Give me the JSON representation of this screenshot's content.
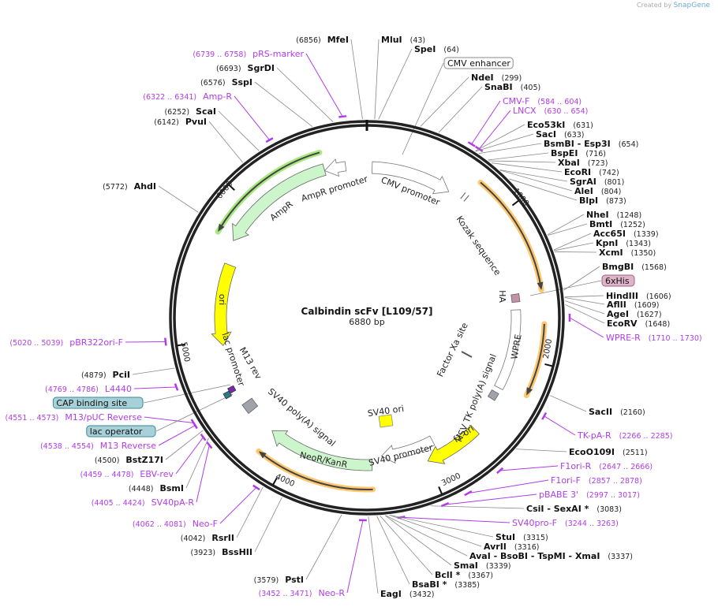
{
  "header": {
    "created_by": "Created by",
    "brand": "SnapGene"
  },
  "plasmid": {
    "name": "Calbindin scFv [L109/57]",
    "length": "6880 bp"
  },
  "ticks": [
    "1000",
    "2000",
    "3000",
    "4000",
    "5000",
    "6000"
  ],
  "labels": [
    {
      "kind": "enzyme",
      "name": "MluI",
      "pos": "(43)"
    },
    {
      "kind": "enzyme",
      "name": "SpeI",
      "pos": "(64)"
    },
    {
      "kind": "box",
      "name": "CMV enhancer"
    },
    {
      "kind": "enzyme",
      "name": "NdeI",
      "pos": "(299)"
    },
    {
      "kind": "enzyme",
      "name": "SnaBI",
      "pos": "(405)"
    },
    {
      "kind": "primer",
      "name": "CMV-F",
      "pos": "(584 .. 604)"
    },
    {
      "kind": "primer",
      "name": "LNCX",
      "pos": "(630 .. 654)"
    },
    {
      "kind": "enzyme",
      "name": "Eco53kI",
      "pos": "(631)"
    },
    {
      "kind": "enzyme",
      "name": "SacI",
      "pos": "(633)"
    },
    {
      "kind": "enzyme",
      "name": "BsmBI  - Esp3I",
      "pos": "(654)"
    },
    {
      "kind": "enzyme",
      "name": "BspEI",
      "pos": "(716)"
    },
    {
      "kind": "enzyme",
      "name": "XbaI",
      "pos": "(723)"
    },
    {
      "kind": "enzyme",
      "name": "EcoRI",
      "pos": "(742)"
    },
    {
      "kind": "enzyme",
      "name": "SgrAI",
      "pos": "(801)"
    },
    {
      "kind": "enzyme",
      "name": "AleI",
      "pos": "(804)"
    },
    {
      "kind": "enzyme",
      "name": "BlpI",
      "pos": "(873)"
    },
    {
      "kind": "enzyme",
      "name": "NheI",
      "pos": "(1248)"
    },
    {
      "kind": "enzyme",
      "name": "BmtI",
      "pos": "(1252)"
    },
    {
      "kind": "enzyme",
      "name": "Acc65I",
      "pos": "(1339)"
    },
    {
      "kind": "enzyme",
      "name": "KpnI",
      "pos": "(1343)"
    },
    {
      "kind": "enzyme",
      "name": "XcmI",
      "pos": "(1350)"
    },
    {
      "kind": "enzyme",
      "name": "BmgBI",
      "pos": "(1568)"
    },
    {
      "kind": "box",
      "name": "6xHis"
    },
    {
      "kind": "enzyme",
      "name": "HindIII",
      "pos": "(1606)"
    },
    {
      "kind": "enzyme",
      "name": "AflII",
      "pos": "(1609)"
    },
    {
      "kind": "enzyme",
      "name": "AgeI",
      "pos": "(1627)"
    },
    {
      "kind": "enzyme",
      "name": "EcoRV",
      "pos": "(1648)"
    },
    {
      "kind": "primer",
      "name": "WPRE-R",
      "pos": "(1710 .. 1730)"
    },
    {
      "kind": "enzyme",
      "name": "SacII",
      "pos": "(2160)"
    },
    {
      "kind": "primer",
      "name": "TK-pA-R",
      "pos": "(2266 .. 2285)"
    },
    {
      "kind": "enzyme",
      "name": "EcoO109I",
      "pos": "(2511)"
    },
    {
      "kind": "primer",
      "name": "F1ori-R",
      "pos": "(2647 .. 2666)"
    },
    {
      "kind": "primer",
      "name": "F1ori-F",
      "pos": "(2857 .. 2878)"
    },
    {
      "kind": "primer",
      "name": "pBABE 3'",
      "pos": "(2997 .. 3017)"
    },
    {
      "kind": "enzyme",
      "name": "CsiI  - SexAI *",
      "pos": "(3083)"
    },
    {
      "kind": "primer",
      "name": "SV40pro-F",
      "pos": "(3244 .. 3263)"
    },
    {
      "kind": "enzyme",
      "name": "StuI",
      "pos": "(3315)"
    },
    {
      "kind": "enzyme",
      "name": "AvrII",
      "pos": "(3316)"
    },
    {
      "kind": "enzyme",
      "name": "AvaI  - BsoBI  - TspMI  - XmaI",
      "pos": "(3337)"
    },
    {
      "kind": "enzyme",
      "name": "SmaI",
      "pos": "(3339)"
    },
    {
      "kind": "enzyme",
      "name": "BclI *",
      "pos": "(3367)"
    },
    {
      "kind": "enzyme",
      "name": "BsaBI *",
      "pos": "(3385)"
    },
    {
      "kind": "enzyme",
      "name": "EagI",
      "pos": "(3432)"
    },
    {
      "kind": "enzyme",
      "name": "PstI",
      "pos": "(3579)"
    },
    {
      "kind": "primer",
      "name": "Neo-R",
      "pos": "(3452 .. 3471)"
    },
    {
      "kind": "enzyme",
      "name": "BssHII",
      "pos": "(3923)"
    },
    {
      "kind": "enzyme",
      "name": "RsrII",
      "pos": "(4042)"
    },
    {
      "kind": "primer",
      "name": "Neo-F",
      "pos": "(4062 .. 4081)"
    },
    {
      "kind": "primer",
      "name": "SV40pA-R",
      "pos": "(4405 .. 4424)"
    },
    {
      "kind": "enzyme",
      "name": "BsmI",
      "pos": "(4448)"
    },
    {
      "kind": "primer",
      "name": "EBV-rev",
      "pos": "(4459 .. 4478)"
    },
    {
      "kind": "enzyme",
      "name": "BstZ17I",
      "pos": "(4500)"
    },
    {
      "kind": "primer",
      "name": "M13 Reverse",
      "pos": "(4538 .. 4554)"
    },
    {
      "kind": "box",
      "name": "lac operator"
    },
    {
      "kind": "primer",
      "name": "M13/pUC Reverse",
      "pos": "(4551 .. 4573)"
    },
    {
      "kind": "box",
      "name": "CAP binding site"
    },
    {
      "kind": "primer",
      "name": "L4440",
      "pos": "(4769 .. 4786)"
    },
    {
      "kind": "enzyme",
      "name": "PciI",
      "pos": "(4879)"
    },
    {
      "kind": "primer",
      "name": "pBR322ori-F",
      "pos": "(5020 .. 5039)"
    },
    {
      "kind": "enzyme",
      "name": "AhdI",
      "pos": "(5772)"
    },
    {
      "kind": "enzyme",
      "name": "PvuI",
      "pos": "(6142)"
    },
    {
      "kind": "enzyme",
      "name": "ScaI",
      "pos": "(6252)"
    },
    {
      "kind": "primer",
      "name": "Amp-R",
      "pos": "(6322 .. 6341)"
    },
    {
      "kind": "enzyme",
      "name": "SspI",
      "pos": "(6576)"
    },
    {
      "kind": "enzyme",
      "name": "SgrDI",
      "pos": "(6693)"
    },
    {
      "kind": "primer",
      "name": "pRS-marker",
      "pos": "(6739 .. 6758)"
    },
    {
      "kind": "enzyme",
      "name": "MfeI",
      "pos": "(6856)"
    }
  ],
  "features": [
    {
      "name": "CMV promoter",
      "color": "#ffffff"
    },
    {
      "name": "AmpR promoter",
      "color": "#ffffff"
    },
    {
      "name": "AmpR",
      "color": "#ccf5cc"
    },
    {
      "name": "ori",
      "color": "#ffff00"
    },
    {
      "name": "NeoR/KanR",
      "color": "#ccf5cc"
    },
    {
      "name": "SV40 promoter",
      "color": "#ffffff"
    },
    {
      "name": "f1 ori",
      "color": "#ffff00"
    },
    {
      "name": "WPRE",
      "color": "#ffffff"
    },
    {
      "name": "HA",
      "color": "#c890a8"
    },
    {
      "name": "Kozak sequence",
      "color": "#888888"
    },
    {
      "name": "HSV TK poly(A) signal",
      "color": "#a0a4aa"
    },
    {
      "name": "Factor Xa site",
      "color": "#666666"
    },
    {
      "name": "SV40 ori",
      "color": "#ffff00"
    },
    {
      "name": "SV40 poly(A) signal",
      "color": "#a0a4aa"
    },
    {
      "name": "M13 rev",
      "color": "#7a2ab0"
    },
    {
      "name": "lac promoter",
      "color": "#2a7a8a"
    }
  ],
  "colors": {
    "primer": "#b03ce8",
    "enzyme_line": "#888888",
    "orf_halo_orange": "#ffc870",
    "orf_halo_green": "#a8e880",
    "box_teal": "#a8d0d8",
    "box_pink": "#ddb4c8",
    "backbone": "#222222"
  }
}
